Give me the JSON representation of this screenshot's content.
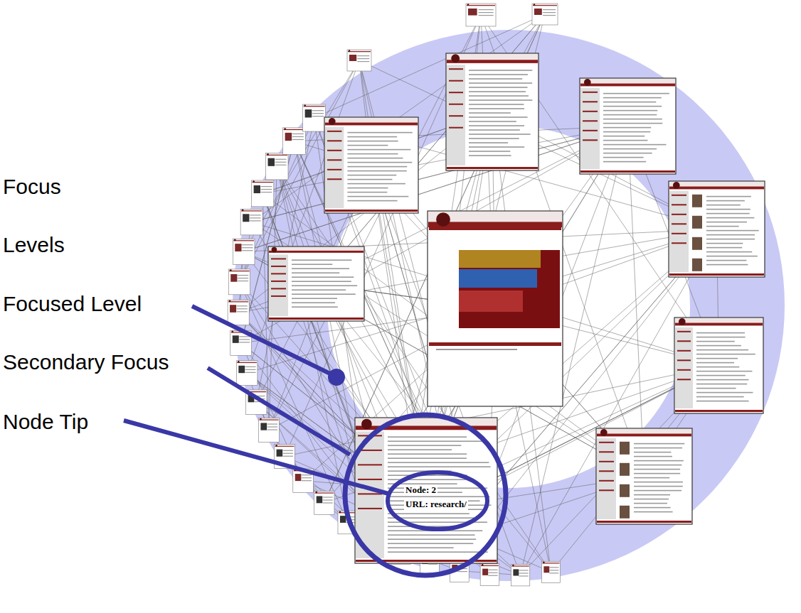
{
  "diagram": {
    "labels": [
      "Focus",
      "Levels",
      "Focused Level",
      "Secondary Focus",
      "Node Tip",
      "Node: 2",
      "URL: research/"
    ]
  }
}
